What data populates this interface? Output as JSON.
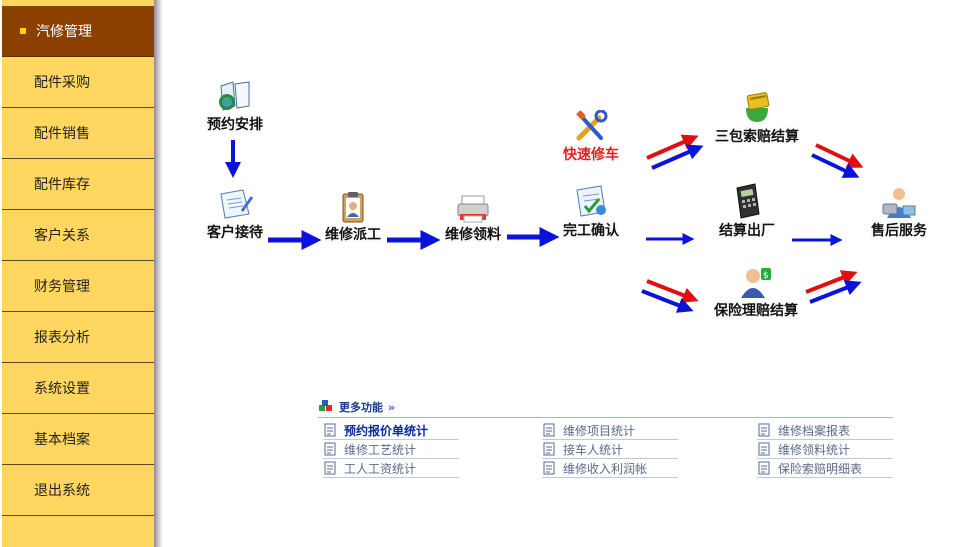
{
  "sidebar": {
    "items": [
      {
        "label": "汽修管理",
        "active": true
      },
      {
        "label": "配件采购"
      },
      {
        "label": "配件销售"
      },
      {
        "label": "配件库存"
      },
      {
        "label": "客户关系"
      },
      {
        "label": "财务管理"
      },
      {
        "label": "报表分析"
      },
      {
        "label": "系统设置"
      },
      {
        "label": "基本档案"
      },
      {
        "label": "退出系统"
      }
    ]
  },
  "flow": {
    "appointment": "预约安排",
    "reception": "客户接待",
    "dispatch": "维修派工",
    "materials": "维修领料",
    "completion": "完工确认",
    "quick_repair": "快速修车",
    "warranty": "三包索赔结算",
    "checkout": "结算出厂",
    "insurance": "保险理赔结算",
    "after_sales": "售后服务"
  },
  "more": {
    "title": "更多功能",
    "chevron": "»",
    "col1": [
      "预约报价单统计",
      "维修工艺统计",
      "工人工资统计"
    ],
    "col2": [
      "维修项目统计",
      "接车人统计",
      "维修收入利润帐"
    ],
    "col3": [
      "维修档案报表",
      "维修领料统计",
      "保险索赔明细表"
    ]
  },
  "colors": {
    "sidebar_bg": "#ffd660",
    "sidebar_active": "#8b4000",
    "arrow_blue": "#0a14d8",
    "arrow_red": "#e01010"
  }
}
